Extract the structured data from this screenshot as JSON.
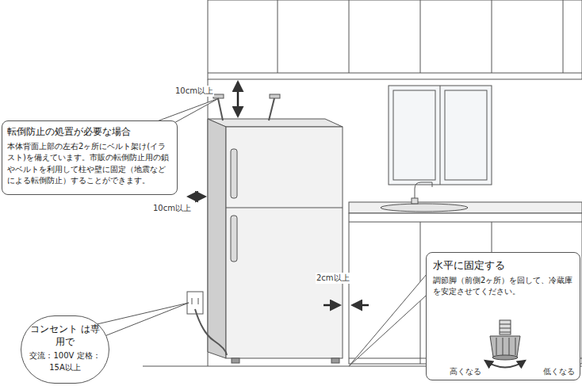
{
  "diagram": {
    "nodes": [
      {
        "text": [
          "転倒防止の処置が必要な場合",
          "本体背面上部の左右2ヶ所にベルト架け(イラスト)を備えています。市販の転倒防止用の鎖やベルトを利用して柱や壁に固定（地震などによる転倒防止）することができます。"
        ]
      },
      {
        "text": [
          "コンセント は専用で",
          "交流：100V 定格：15A以上"
        ]
      },
      {
        "text": [
          "水平に固定する",
          "調節脚（前側2ヶ所）を回して、冷蔵庫を安定させてください。"
        ]
      }
    ],
    "labels": [
      "10cm以上",
      "10cm以上",
      "2cm以上",
      "高くなる",
      "低くなる"
    ]
  }
}
